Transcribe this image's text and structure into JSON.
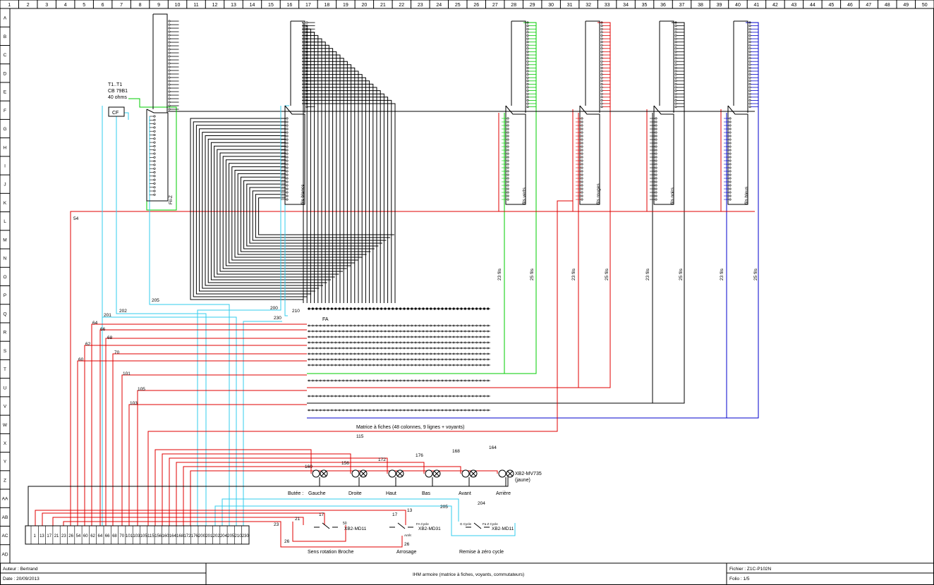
{
  "grid": {
    "columns": [
      "1",
      "2",
      "3",
      "4",
      "5",
      "6",
      "7",
      "8",
      "9",
      "10",
      "11",
      "12",
      "13",
      "14",
      "15",
      "16",
      "17",
      "18",
      "19",
      "20",
      "21",
      "22",
      "23",
      "24",
      "25",
      "26",
      "27",
      "28",
      "29",
      "30",
      "31",
      "32",
      "33",
      "34",
      "35",
      "36",
      "37",
      "38",
      "39",
      "40",
      "41",
      "42",
      "43",
      "44",
      "45",
      "46",
      "47",
      "48",
      "49",
      "50"
    ],
    "rows": [
      "A",
      "B",
      "C",
      "D",
      "E",
      "F",
      "G",
      "H",
      "I",
      "J",
      "K",
      "L",
      "M",
      "N",
      "O",
      "P",
      "Q",
      "R",
      "S",
      "T",
      "U",
      "V",
      "W",
      "X",
      "Y",
      "Z",
      "AA",
      "AB",
      "AC",
      "AD"
    ]
  },
  "relay": {
    "label_lines": [
      "T1..T1",
      "CB 79B1",
      "40 ohms"
    ],
    "box_label": "CF"
  },
  "connectors": [
    {
      "label": "Fil-Z"
    },
    {
      "label": "fils blancs"
    },
    {
      "label": "fils verts"
    },
    {
      "label": "fils rouges"
    },
    {
      "label": "fils noirs"
    },
    {
      "label": "fils bleus"
    }
  ],
  "bundle_labels": [
    "23 fils",
    "25 fils",
    "23 fils",
    "25 fils",
    "23 fils",
    "25 fils",
    "23 fils",
    "25 fils"
  ],
  "matrix": {
    "fa_label": "FA",
    "caption": "Matrice à fiches (48 colonnes, 9 lignes + voyants)"
  },
  "wire_numbers": [
    "54",
    "205",
    "201",
    "202",
    "200",
    "210",
    "230",
    "64",
    "66",
    "68",
    "62",
    "70",
    "60",
    "101",
    "105",
    "103",
    "115",
    "160",
    "156",
    "172",
    "176",
    "168",
    "164",
    "23",
    "21",
    "17",
    "50",
    "13",
    "17",
    "205",
    "204",
    "26",
    "26"
  ],
  "lamps": {
    "prefix": "Butée :",
    "items": [
      "Gauche",
      "Droite",
      "Haut",
      "Bas",
      "Avant",
      "Arrière"
    ],
    "part_lines": [
      "XB2-MV735",
      "(jaune)"
    ]
  },
  "switches": [
    {
      "part": "XB2-MD11",
      "caption": "Sens rotation Broche"
    },
    {
      "part": "XB2-MD31",
      "caption": "Arrosage",
      "contact_label": "FA Cycle",
      "extra": "Arrêt"
    },
    {
      "part": "XB2-MD11",
      "caption": "Remise à zéro cycle",
      "contact_labels": [
        "G Cycle",
        "Fa Z Cycle"
      ]
    }
  ],
  "terminal_block": {
    "terminals": [
      "1",
      "13",
      "17",
      "21",
      "23",
      "26",
      "54",
      "60",
      "62",
      "64",
      "66",
      "68",
      "70",
      "101",
      "103",
      "105",
      "115",
      "156",
      "160",
      "164",
      "168",
      "172",
      "176",
      "200",
      "201",
      "202",
      "204",
      "205",
      "210",
      "230"
    ]
  },
  "title_block": {
    "author": "Auteur : Bertrand",
    "date": "Date : 20/09/2013",
    "title": "IHM armoire (matrice à fiches, voyants, commutateurs)",
    "file": "Fichier : Z1C-P102N",
    "folio": "Folio : 1/5"
  },
  "colors": {
    "black": "#000000",
    "red": "#e00000",
    "green": "#00cc00",
    "cyan": "#33ccee",
    "blue": "#0000cc"
  }
}
